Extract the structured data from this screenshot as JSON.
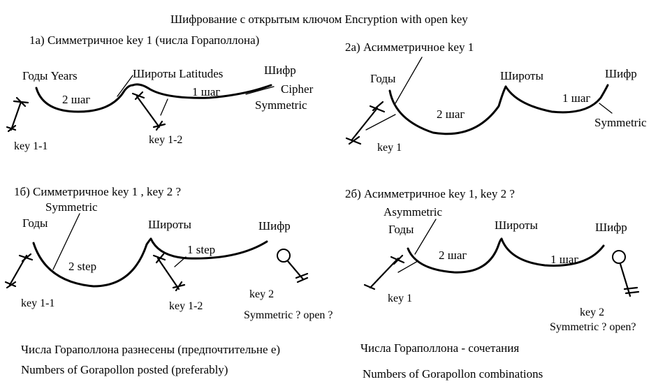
{
  "title": "Шифрование с   открытым ключом   Encryption with  open key",
  "p1a": {
    "heading": "1а)   Симметричное  key 1 (числа  Гораполлона)",
    "years": "Годы  Years",
    "latitudes": "Широты Latitudes",
    "cipher": "Шифр",
    "cipher_en": "Cipher",
    "symmetric": "Symmetric",
    "step2": "2 шаг",
    "step1": "1 шаг",
    "key1_1": "key 1-1",
    "key1_2": "key 1-2"
  },
  "p2a": {
    "heading": "2а)  Асимметричное  key 1",
    "years": "Годы",
    "latitudes": "Широты",
    "cipher": "Шифр",
    "step2": "2 шаг",
    "step1": "1 шаг",
    "symmetric": "Symmetric",
    "key1": "key 1"
  },
  "p1b": {
    "heading": "1б)    Симметричное  key 1 , key 2 ?",
    "symmetric": "Symmetric",
    "years": "Годы",
    "latitudes": "Широты",
    "cipher": "Шифр",
    "step2": "2 step",
    "step1": "1 step",
    "key1_1": "key 1-1",
    "key1_2": "key 1-2",
    "key2": "key 2",
    "question": "Symmetric ?   open ?"
  },
  "p2b": {
    "heading": "2б)   Асимметричное  key 1, key 2 ?",
    "asymmetric": "Asymmetric",
    "years": "Годы",
    "latitudes": "Широты",
    "cipher": "Шифр",
    "step2": "2 шаг",
    "step1": "1 шаг",
    "key1": "key 1",
    "key2": "key 2",
    "question": "Symmetric ?  open?"
  },
  "footer": {
    "left_ru": "Числа  Гораполлона   разнесены  (предпочтительне е)",
    "left_en": "Numbers of  Gorapollon  posted  (preferably)",
    "right_ru": "Числа  Гораполлона - сочетания",
    "right_en": "Numbers of  Gorapollon  combinations"
  }
}
